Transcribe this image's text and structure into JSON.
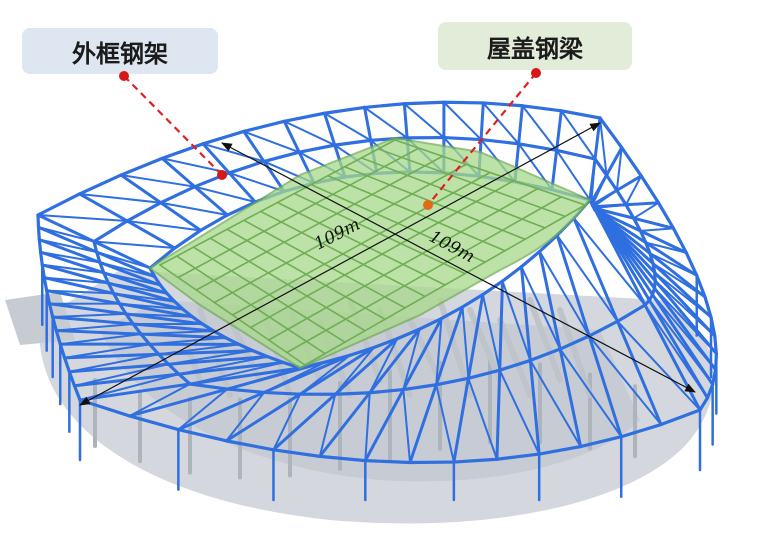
{
  "labels": {
    "outer_frame": "外框钢架",
    "roof_beam": "屋盖钢梁"
  },
  "dimensions": {
    "span_a": "109m",
    "span_b": "109m"
  },
  "colors": {
    "steel_frame": "#2f6fe0",
    "roof_glass": "#9fd27a",
    "callout_line": "#e02020",
    "callout_dot": "#d81818",
    "concrete": "#d9dde2"
  }
}
